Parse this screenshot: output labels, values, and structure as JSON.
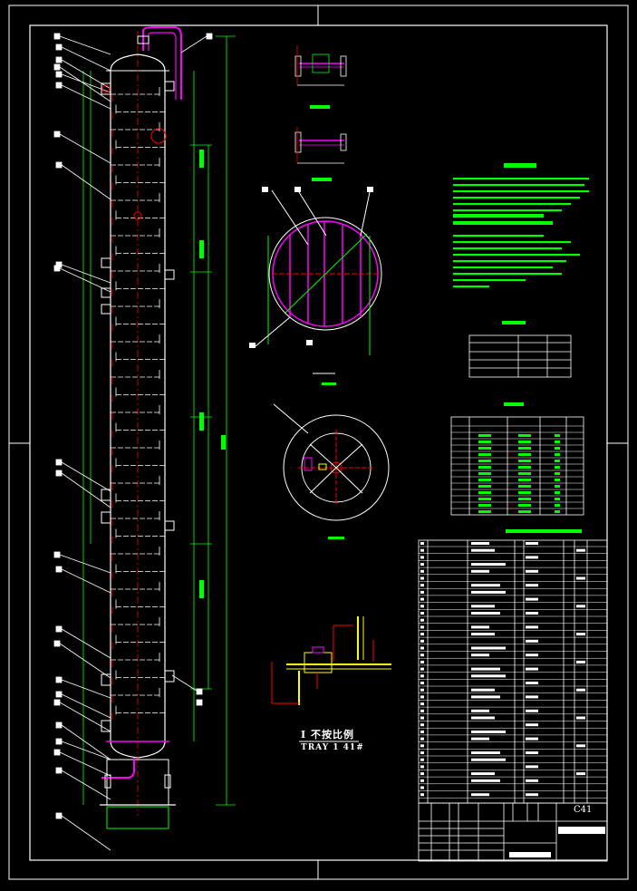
{
  "detail": {
    "title": "I  不按比例",
    "subtitle": "TRAY 1 41#"
  },
  "titleblock": {
    "drawing_no": "C41"
  },
  "colors": {
    "background": "#000000",
    "outline": "#ffffff",
    "dimension": "#00ff00",
    "hidden_detail": "#ff0000",
    "pipe": "#ff00ff",
    "accent": "#ffff00"
  }
}
